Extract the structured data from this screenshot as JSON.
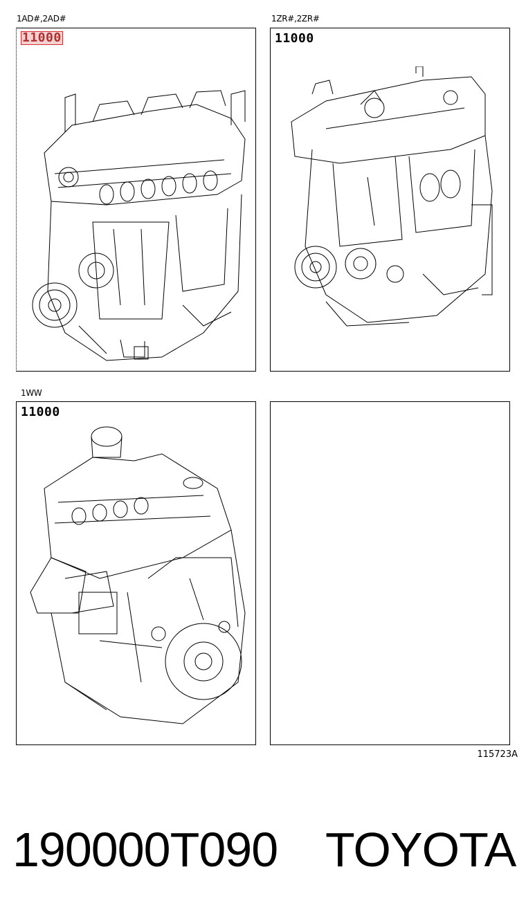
{
  "panels": [
    {
      "caption": "1AD#,2AD#",
      "part_no": "11000"
    },
    {
      "caption": "1ZR#,2ZR#",
      "part_no": "11000"
    },
    {
      "caption": "1WW",
      "part_no": "11000"
    },
    {
      "caption": "",
      "part_no": ""
    }
  ],
  "illustration_code": "115723A",
  "footer": {
    "part_number": "190000T090",
    "brand": "TOYOTA"
  },
  "colors": {
    "highlight_border": "#d03030",
    "highlight_fill": "#e69696",
    "line": "#000000"
  }
}
